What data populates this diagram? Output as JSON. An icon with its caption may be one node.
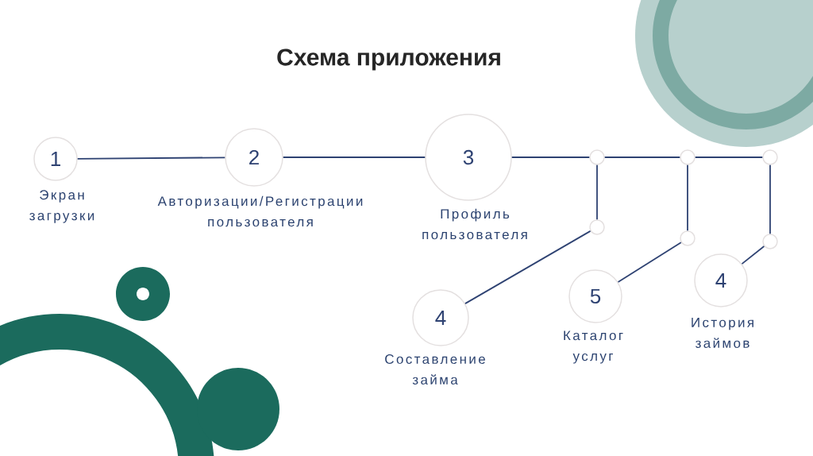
{
  "diagram": {
    "title": "Схема приложения",
    "nodes": [
      {
        "text": [
          "1"
        ],
        "beside": [
          "Экран загрузки"
        ]
      },
      {
        "text": [
          "2"
        ],
        "beside": [
          "Авторизации/Регистрации пользователя"
        ]
      },
      {
        "text": [
          "3"
        ],
        "beside": [
          "Профиль пользователя"
        ]
      },
      {
        "text": [],
        "shape": "circle"
      },
      {
        "text": [],
        "shape": "circle"
      },
      {
        "text": [],
        "shape": "circle"
      },
      {
        "text": [],
        "shape": "circle"
      },
      {
        "text": [],
        "shape": "circle"
      },
      {
        "text": [],
        "shape": "circle"
      },
      {
        "text": [
          "4"
        ],
        "beside": [
          "Составление займа"
        ]
      },
      {
        "text": [
          "5"
        ],
        "beside": [
          "Каталог услуг"
        ]
      },
      {
        "text": [
          "4"
        ],
        "beside": [
          "История займов"
        ]
      }
    ],
    "edges": [
      {
        "from": 0,
        "to": 1,
        "arrow": "none"
      },
      {
        "from": 1,
        "to": 2,
        "arrow": "none"
      },
      {
        "from": 2,
        "to": 3,
        "arrow": "none"
      },
      {
        "from": 3,
        "to": 4,
        "arrow": "none"
      },
      {
        "from": 4,
        "to": 5,
        "arrow": "none"
      },
      {
        "from": 3,
        "to": 6,
        "arrow": "none"
      },
      {
        "from": 4,
        "to": 7,
        "arrow": "none"
      },
      {
        "from": 5,
        "to": 8,
        "arrow": "none"
      },
      {
        "from": 6,
        "to": 9,
        "arrow": "none"
      },
      {
        "from": 7,
        "to": 10,
        "arrow": "none"
      },
      {
        "from": 8,
        "to": 11,
        "arrow": "none"
      }
    ]
  }
}
